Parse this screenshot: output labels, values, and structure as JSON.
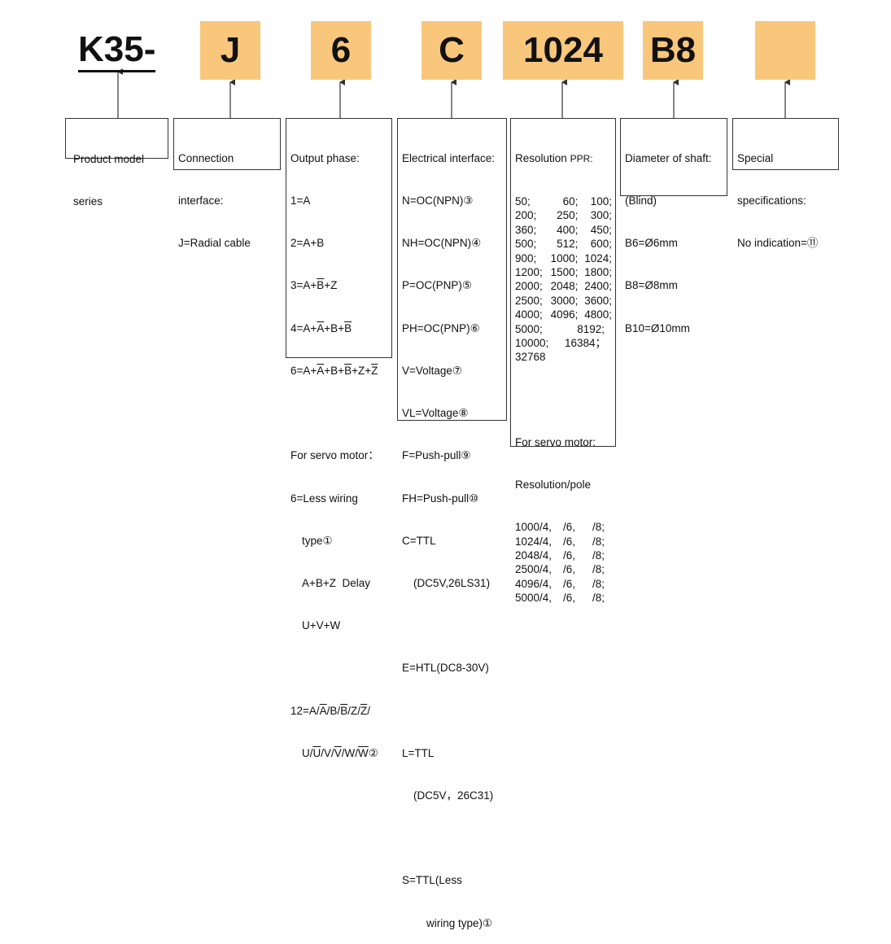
{
  "model": {
    "prefix": "K35-"
  },
  "codes": [
    {
      "id": "connection",
      "value": "J"
    },
    {
      "id": "output-phase",
      "value": "6"
    },
    {
      "id": "electrical",
      "value": "C"
    },
    {
      "id": "resolution",
      "value": "1024"
    },
    {
      "id": "shaft",
      "value": "B8"
    },
    {
      "id": "special",
      "value": ""
    }
  ],
  "colors": {
    "code_box": "#f8c77c",
    "line": "#333333"
  },
  "product": {
    "lines": [
      "Product model",
      "series"
    ]
  },
  "connection": {
    "lines": [
      "Connection",
      "interface:",
      "J=Radial cable"
    ]
  },
  "output_phase": {
    "l1": "Output phase:",
    "l2": "1=A",
    "l3": "2=A+B",
    "l4a": "3=A+",
    "l4b": "B",
    "l4c": "+Z",
    "l5a": "4=A+",
    "l5b": "A",
    "l5c": "+B+",
    "l5d": "B",
    "l6a": "6=A+",
    "l6b": "A",
    "l6c": "+B+",
    "l6d": "B",
    "l6e": "+Z+",
    "l6f": "Z",
    "l7": "",
    "l8": "For servo motor：",
    "l9": "6=Less wiring",
    "l10": "type①",
    "l11": "A+B+Z  Delay",
    "l12": "U+V+W",
    "l13": "",
    "l14a": "12=A/",
    "l14b": "A",
    "l14c": "/B/",
    "l14d": "B",
    "l14e": "/Z/",
    "l14f": "Z",
    "l14g": "/",
    "l15a": "U/",
    "l15b": "U",
    "l15c": "/V/",
    "l15d": "V",
    "l15e": "/W/",
    "l15f": "W",
    "l15g": "②"
  },
  "electrical": {
    "lines": [
      "Electrical interface:",
      "N=OC(NPN)③",
      "NH=OC(NPN)④",
      "P=OC(PNP)⑤",
      "PH=OC(PNP)⑥",
      "V=Voltage⑦",
      "VL=Voltage⑧",
      "F=Push-pull⑨",
      "FH=Push-pull⑩",
      "C=TTL",
      "(DC5V,26LS31)",
      "",
      "E=HTL(DC8-30V)",
      "",
      "L=TTL",
      "(DC5V，26C31)",
      "",
      "S=TTL(Less",
      "wiring type)①"
    ]
  },
  "resolution": {
    "title": "Resolution",
    "unit": "PPR:",
    "rows": [
      [
        "50;",
        "60;",
        "100;"
      ],
      [
        "200;",
        "250;",
        "300;"
      ],
      [
        "360;",
        "400;",
        "450;"
      ],
      [
        "500;",
        "512;",
        "600;"
      ],
      [
        "900;",
        "1000;",
        "1024;"
      ],
      [
        "1200;",
        "1500;",
        "1800;"
      ],
      [
        "2000;",
        "2048;",
        "2400;"
      ],
      [
        "2500;",
        "3000;",
        "3600;"
      ],
      [
        "4000;",
        "4096;",
        "4800;"
      ],
      [
        "5000;",
        "8192;",
        ""
      ],
      [
        "10000;",
        "16384；",
        ""
      ],
      [
        "32768",
        "",
        ""
      ]
    ],
    "servo_title": "For servo motor:",
    "servo_subtitle": "Resolution/pole",
    "servo_rows": [
      [
        "1000/4,",
        "/6,",
        "/8;"
      ],
      [
        "1024/4,",
        "/6,",
        "/8;"
      ],
      [
        "2048/4,",
        "/6,",
        "/8;"
      ],
      [
        "2500/4,",
        "/6,",
        "/8;"
      ],
      [
        "4096/4,",
        "/6,",
        "/8;"
      ],
      [
        "5000/4,",
        "/6,",
        "/8;"
      ]
    ]
  },
  "shaft": {
    "lines": [
      "Diameter of shaft:",
      "(Blind)",
      "B6=Ø6mm",
      "B8=Ø8mm",
      "B10=Ø10mm"
    ]
  },
  "special": {
    "lines": [
      "Special",
      "specifications:",
      "No indication=⑪"
    ]
  }
}
